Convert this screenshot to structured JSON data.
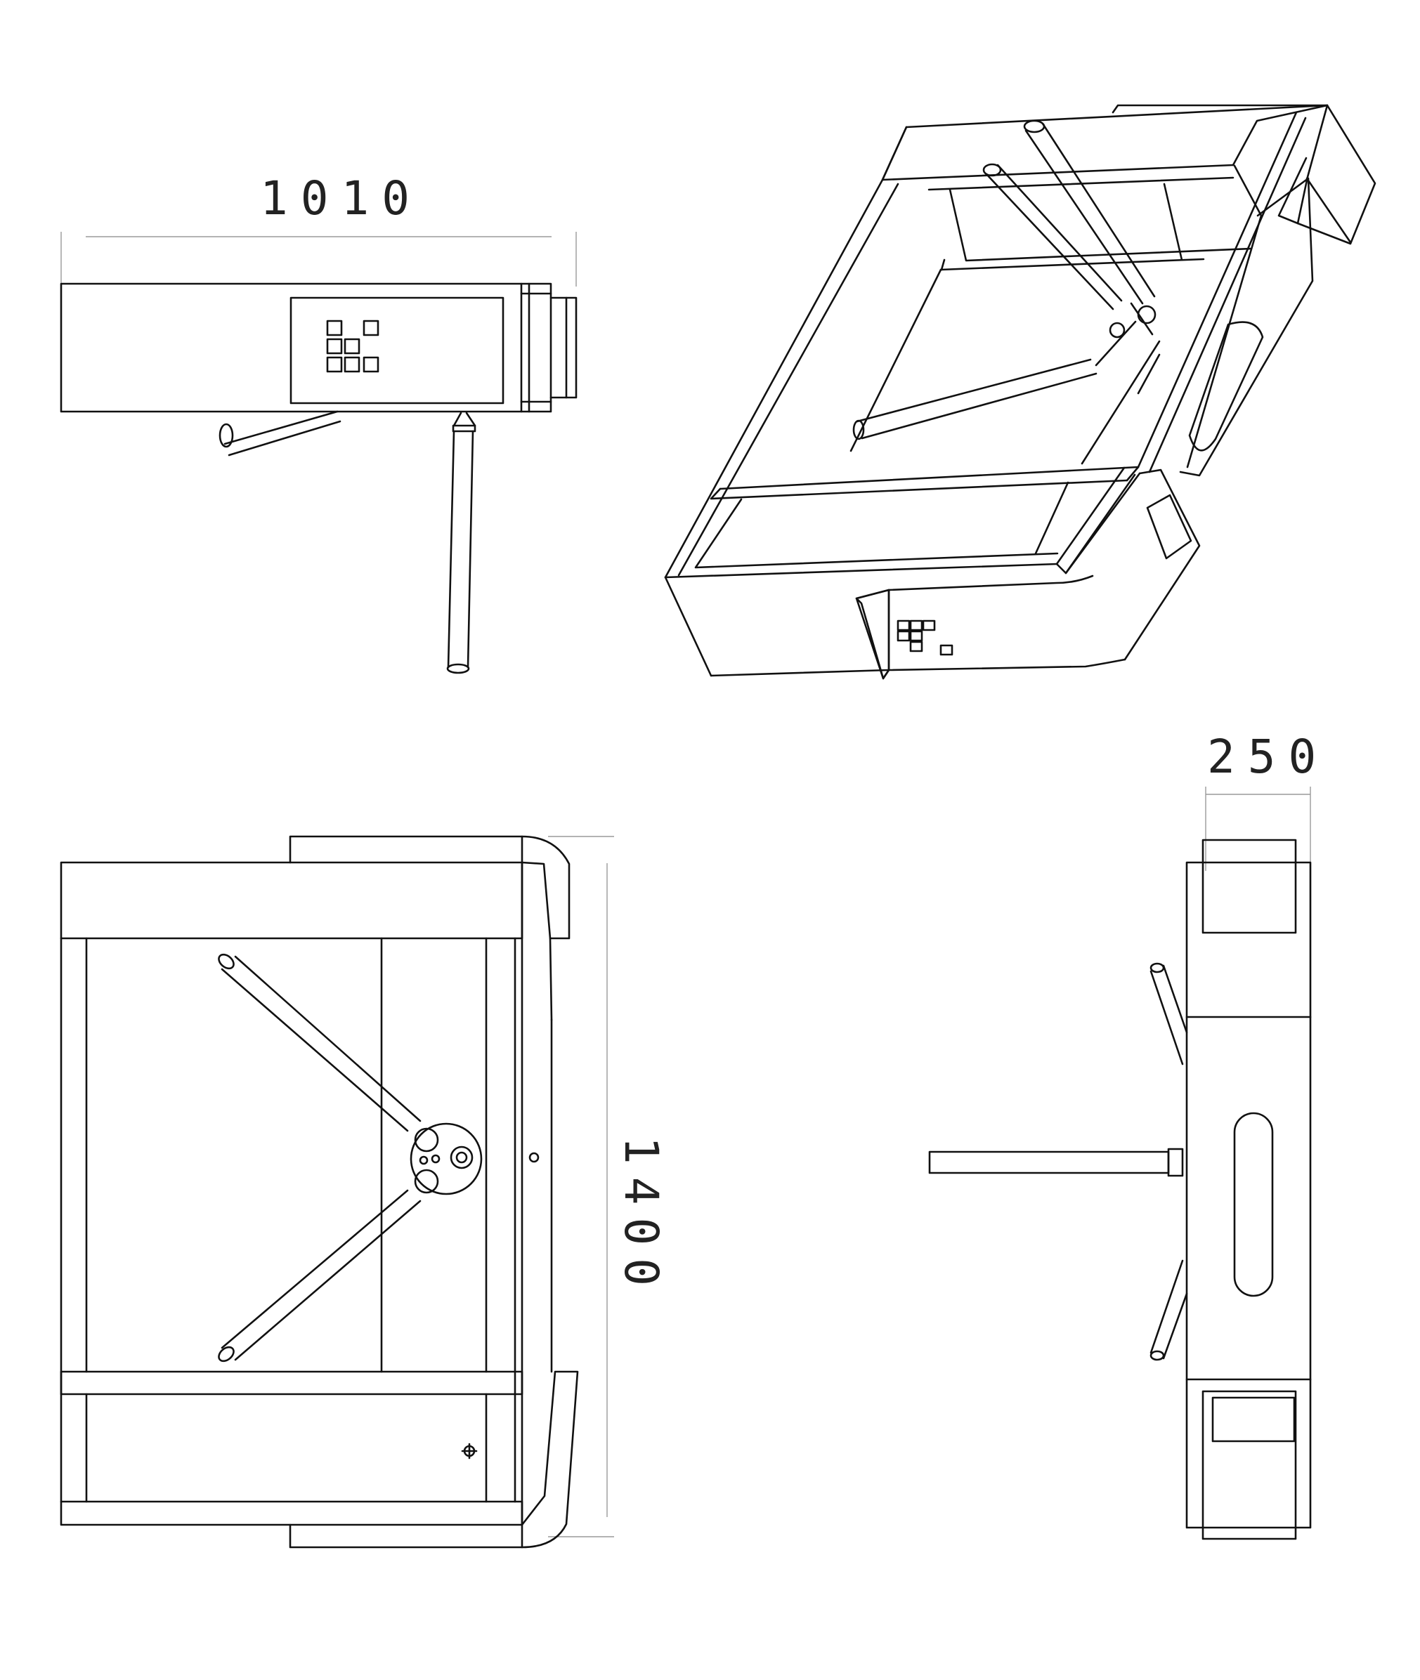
{
  "drawing": {
    "dimensions": {
      "top_view_width": "1010",
      "side_view_depth": "250",
      "front_view_length": "1400"
    },
    "line_color": "#111111",
    "dimension_line_color": "#9a9a9a",
    "background": "#ffffff"
  }
}
